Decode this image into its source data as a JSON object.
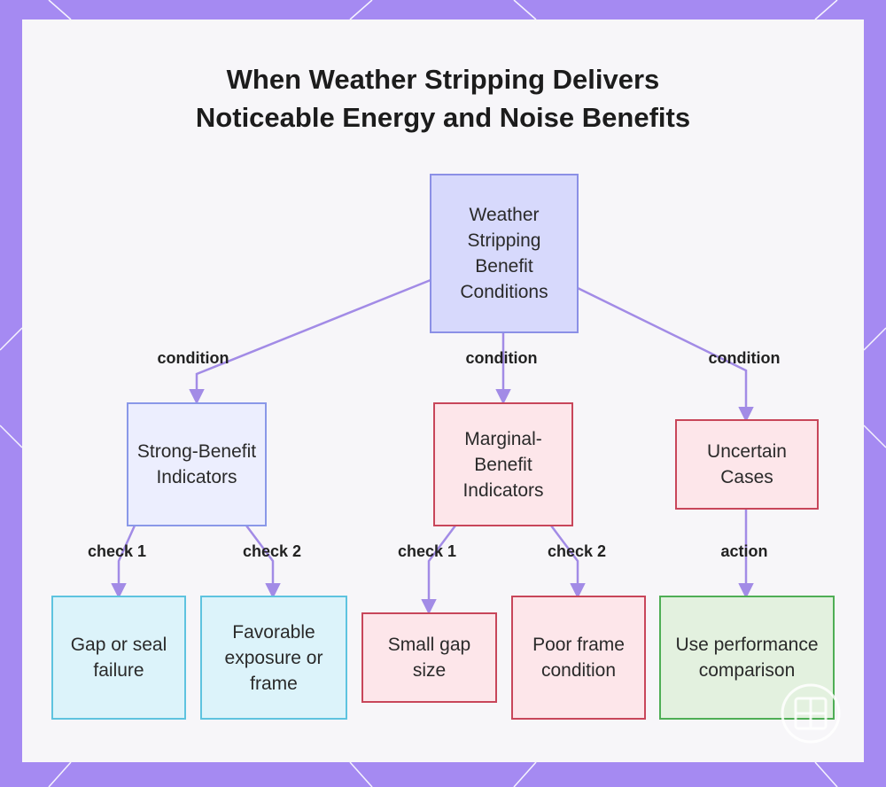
{
  "title_lines": [
    "When Weather Stripping Delivers",
    "Noticeable Energy and Noise Benefits"
  ],
  "nodes": {
    "root": "Weather Stripping Benefit Conditions",
    "strong": "Strong-Benefit Indicators",
    "marginal": "Marginal-Benefit Indicators",
    "uncertain": "Uncertain Cases",
    "gap_seal": "Gap or seal failure",
    "favorable": "Favorable exposure or frame",
    "small_gap": "Small gap size",
    "poor_frame": "Poor frame condition",
    "performance": "Use performance comparison"
  },
  "edge_labels": {
    "root_strong": "condition",
    "root_marginal": "condition",
    "root_uncertain": "condition",
    "strong_gap": "check 1",
    "strong_favorable": "check 2",
    "marginal_small": "check 1",
    "marginal_poor": "check 2",
    "uncertain_performance": "action"
  },
  "colors": {
    "background": "#a58af2",
    "edge": "#a28be6",
    "root_fill": "#d7d9fc",
    "strong_fill": "#eceefe",
    "red_fill": "#fde6ea",
    "cyan_fill": "#dcf3fa",
    "green_fill": "#e3f1df"
  },
  "icons": [
    "window-icon"
  ]
}
